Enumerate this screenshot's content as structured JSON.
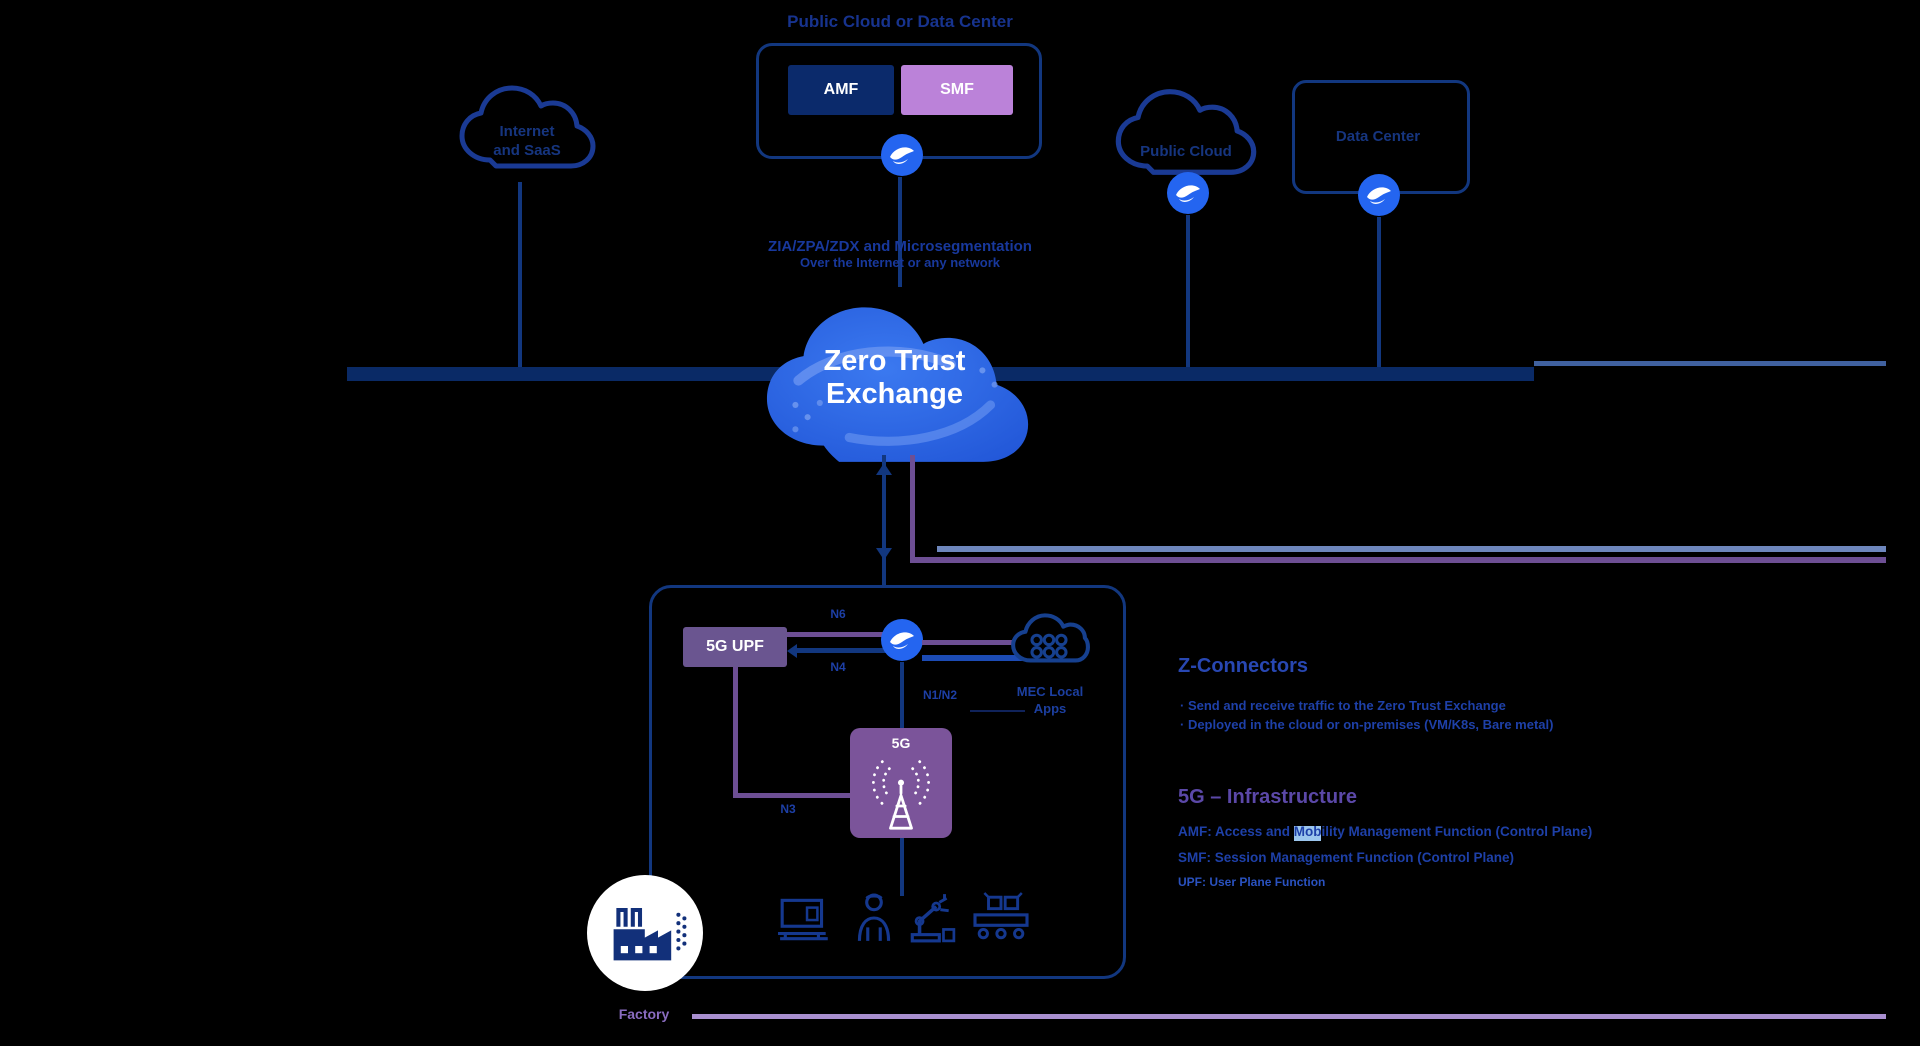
{
  "title": "Public Cloud or Data Center",
  "core": {
    "amf": "AMF",
    "smf": "SMF"
  },
  "clouds": {
    "internet": {
      "line1": "Internet",
      "line2": "and SaaS"
    },
    "public_cloud": "Public Cloud",
    "data_center": "Data Center"
  },
  "transport": {
    "line1": "ZIA/ZPA/ZDX and Microsegmentation",
    "line2": "Over the Internet or any network"
  },
  "zte": {
    "line1": "Zero Trust",
    "line2": "Exchange"
  },
  "site": {
    "upf": "5G UPF",
    "ran": "5G",
    "labels": {
      "n6": "N6",
      "n4": "N4",
      "n3": "N3",
      "n1n2": "N1/N2",
      "mec1": "MEC Local",
      "mec2": "Apps"
    },
    "factory": "Factory"
  },
  "annotations": {
    "connectors": {
      "heading": "Z-Connectors",
      "bullets": [
        "·  Send and receive traffic to the Zero Trust Exchange",
        "·  Deployed in the cloud or on-premises (VM/K8s, Bare metal)"
      ]
    },
    "infrastructure": {
      "heading": "5G – Infrastructure",
      "lines": [
        "AMF: Access and Mobility Management Function (Control Plane)",
        "SMF: Session Management Function (Control Plane)",
        "UPF: User Plane Function"
      ]
    }
  },
  "icons": {
    "zscaler_logo": "zscaler-swoosh",
    "internet_cloud": "cloud-outline",
    "public_cloud": "cloud-outline",
    "app_cloud": "cloud-with-app-grid",
    "ran_tower": "5g-antenna-tower",
    "factory": "factory-building",
    "endpoints": [
      "laptop",
      "worker",
      "robot-arm",
      "machine"
    ]
  },
  "colors": {
    "background": "#000000",
    "navy_line": "#12377f",
    "navy_bar": "#0a2a66",
    "text_blue": "#1d3fa6",
    "zte_blue": "#2f6ce8",
    "logo_blue": "#2465f0",
    "amf_navy": "#0b2a6b",
    "smf_purple": "#bb82d9",
    "upf_purple": "#6a5590",
    "ran_purple": "#7b549a",
    "purple_line": "#6d4f94",
    "lavender_line": "#a98fd0",
    "steel_blue_line": "#6e87bd",
    "highlight_blue": "#9cc6ee",
    "heading_purple": "#5b48a8"
  }
}
